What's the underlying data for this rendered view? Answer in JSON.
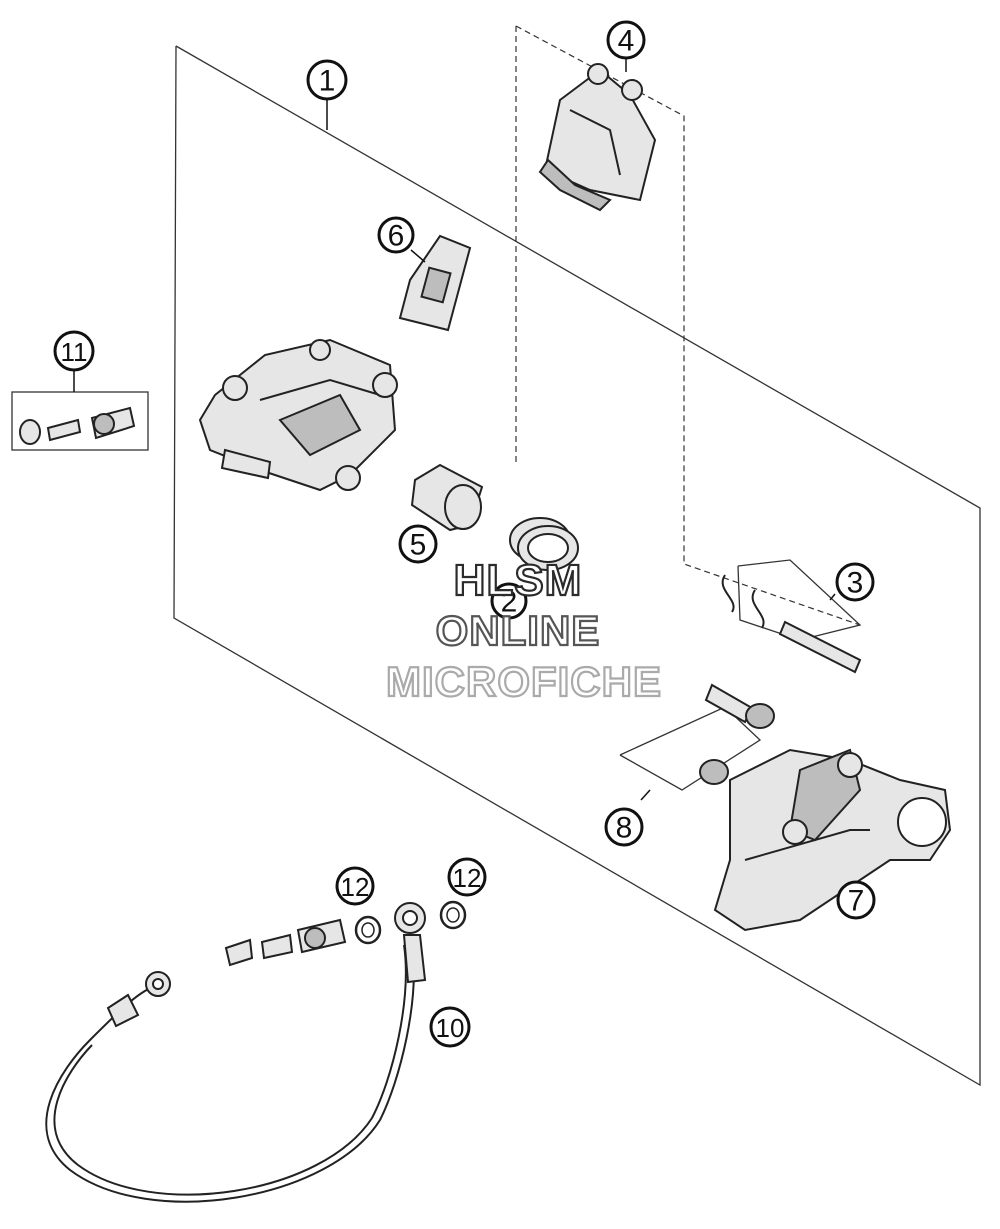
{
  "callouts": [
    {
      "id": "1",
      "label": "1"
    },
    {
      "id": "2",
      "label": "2"
    },
    {
      "id": "3",
      "label": "3"
    },
    {
      "id": "4",
      "label": "4"
    },
    {
      "id": "5",
      "label": "5"
    },
    {
      "id": "6",
      "label": "6"
    },
    {
      "id": "7",
      "label": "7"
    },
    {
      "id": "8",
      "label": "8"
    },
    {
      "id": "10",
      "label": "10"
    },
    {
      "id": "11",
      "label": "11"
    },
    {
      "id": "12a",
      "label": "12"
    },
    {
      "id": "12b",
      "label": "12"
    }
  ],
  "watermark": {
    "line1": "HLSM",
    "line2": "ONLINE",
    "line3": "MICROFICHE",
    "color_dark": "#2b2b2b",
    "color_mid": "#555555",
    "color_light": "#aaaaaa"
  }
}
